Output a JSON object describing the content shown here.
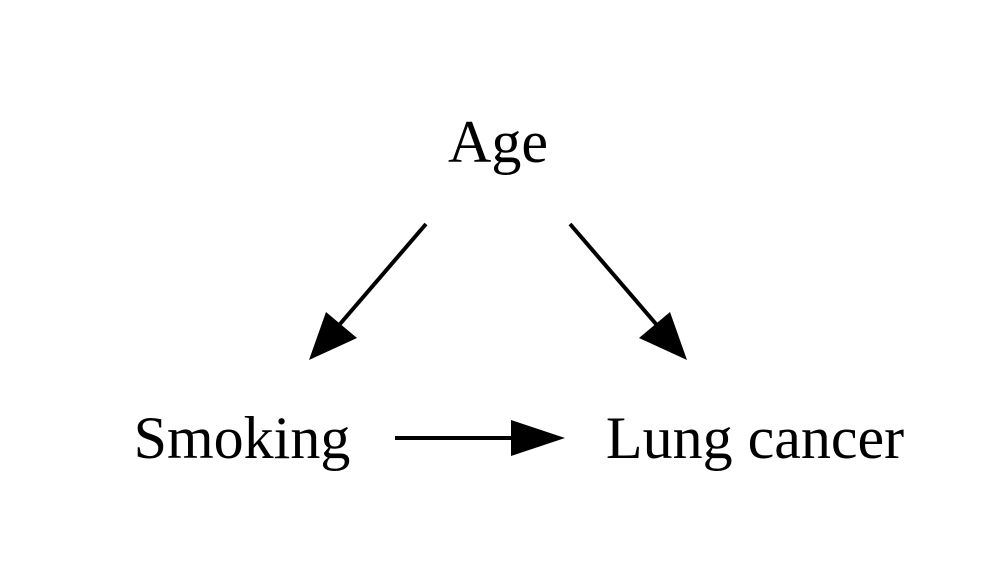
{
  "nodes": {
    "age": {
      "label": "Age"
    },
    "smoking": {
      "label": "Smoking"
    },
    "lung_cancer": {
      "label": "Lung cancer"
    }
  },
  "edges": [
    {
      "from": "age",
      "to": "smoking"
    },
    {
      "from": "age",
      "to": "lung_cancer"
    },
    {
      "from": "smoking",
      "to": "lung_cancer"
    }
  ],
  "colors": {
    "ink": "#000000",
    "background": "#ffffff"
  }
}
